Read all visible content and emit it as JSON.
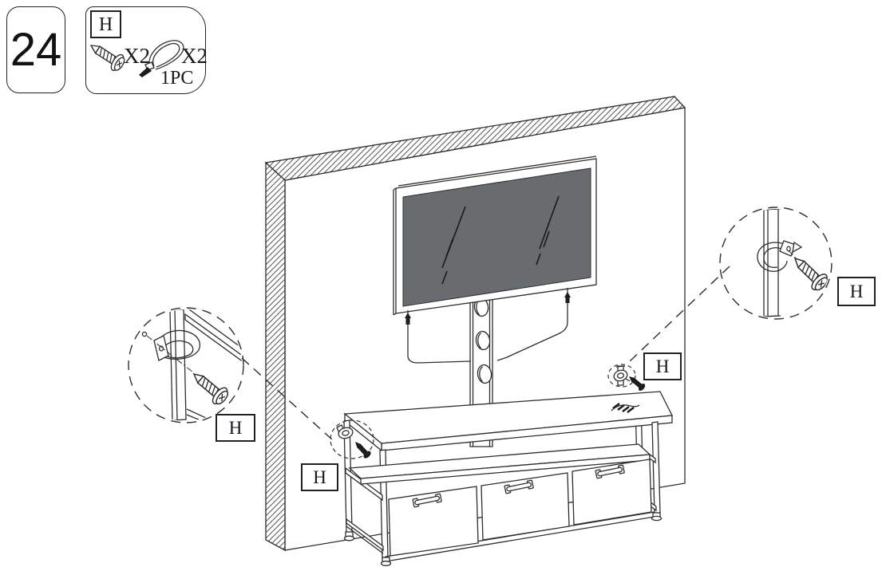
{
  "step": {
    "number": "24"
  },
  "hardware_panel": {
    "label": "H",
    "screw_qty": "X2",
    "cable_tie_qty": "X2",
    "pieces_note": "1PC"
  },
  "labels": {
    "left_callout": "H",
    "left_attachment": "H",
    "right_attachment": "H",
    "right_callout": "H"
  },
  "colors": {
    "line": "#2e2e2e",
    "tv_screen": "#696c6e",
    "paper": "#ffffff"
  },
  "icons": {
    "hardware": [
      "screw-icon",
      "cable-tie-icon"
    ],
    "diagram": [
      "strap-clamp-icon",
      "wall-anchor-hole"
    ]
  }
}
